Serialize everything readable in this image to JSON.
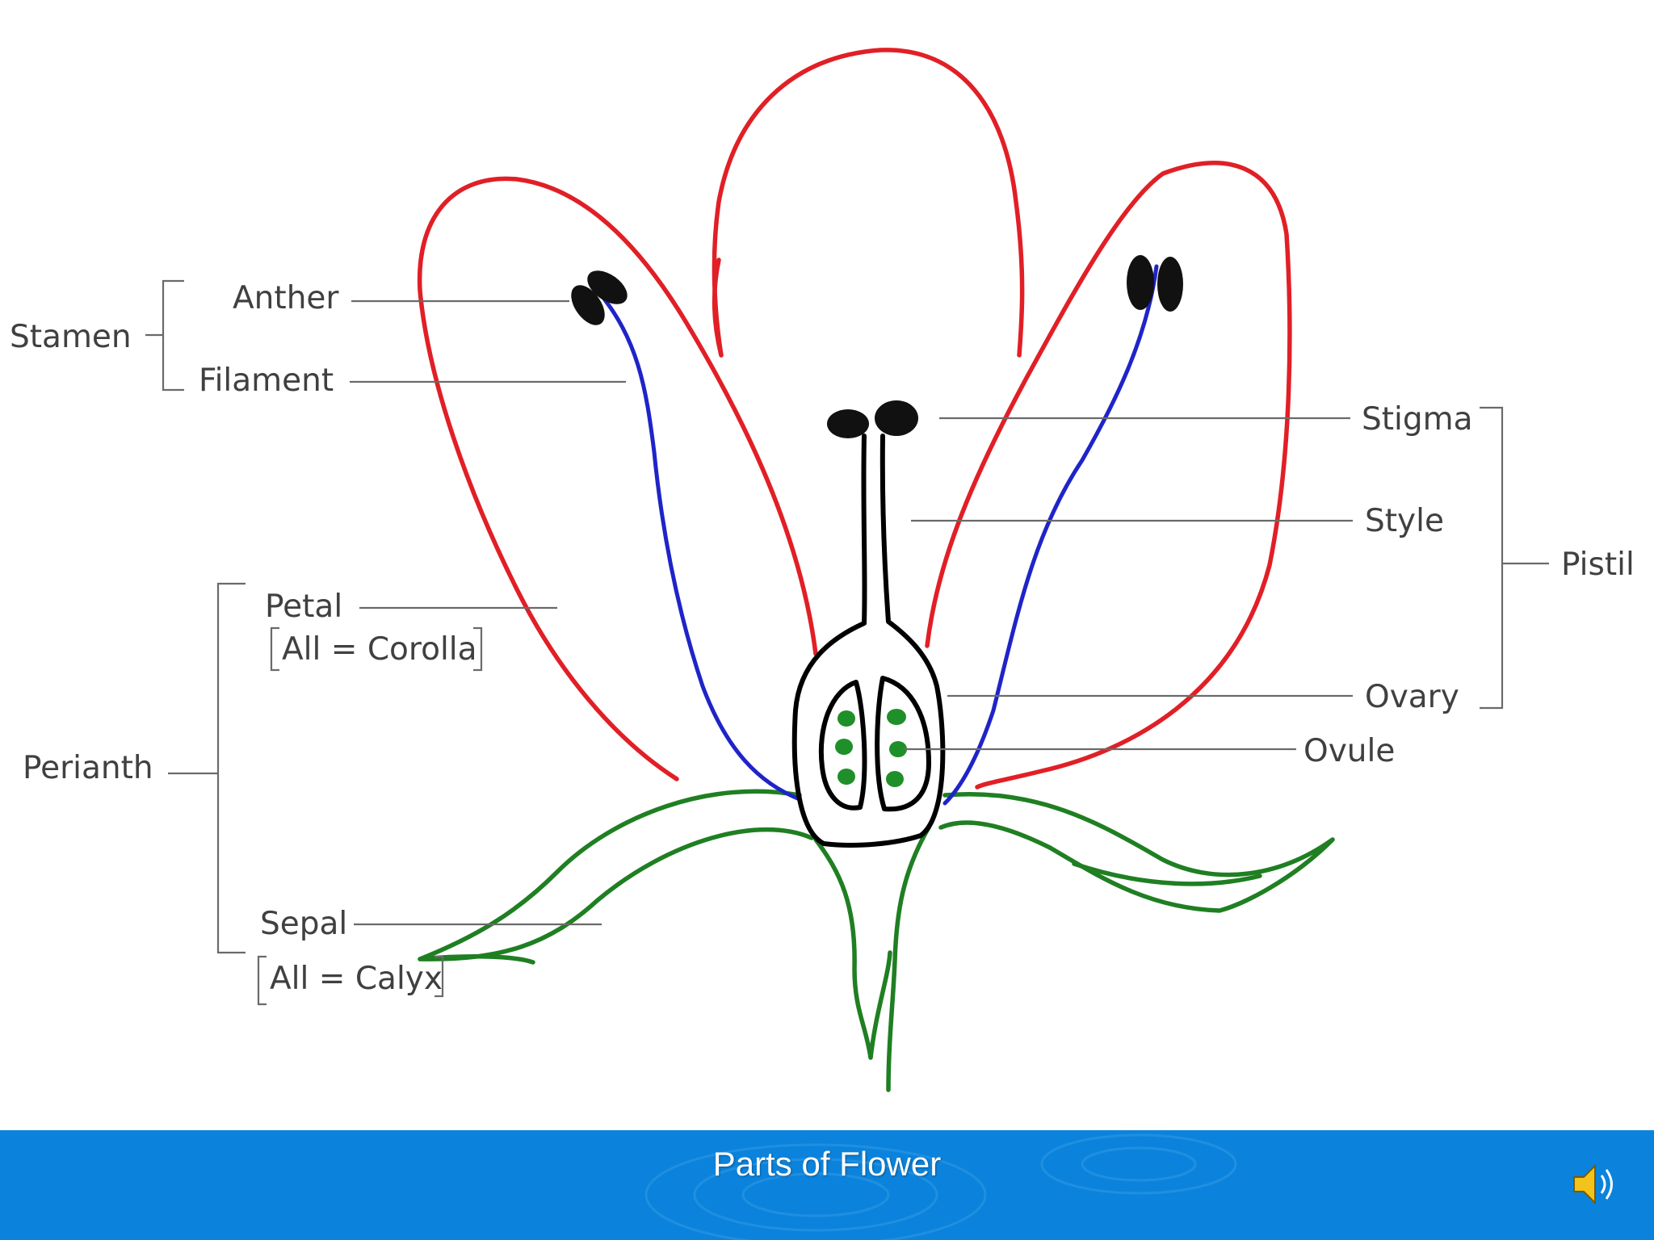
{
  "labels": {
    "stamen": "Stamen",
    "anther": "Anther",
    "filament": "Filament",
    "petal": "Petal",
    "corolla": "All = Corolla",
    "perianth": "Perianth",
    "sepal": "Sepal",
    "calyx": "All = Calyx",
    "stigma": "Stigma",
    "style": "Style",
    "pistil": "Pistil",
    "ovary": "Ovary",
    "ovule": "Ovule"
  },
  "footer": {
    "title": "Parts of Flower"
  },
  "icons": {
    "audio": "speaker-icon"
  },
  "colors": {
    "petal": "#e11f26",
    "filament": "#1f24c8",
    "sepal": "#1f7f22",
    "pistil": "#000000",
    "ovule": "#1f8f2a",
    "footer_bg": "#0b83dc"
  }
}
